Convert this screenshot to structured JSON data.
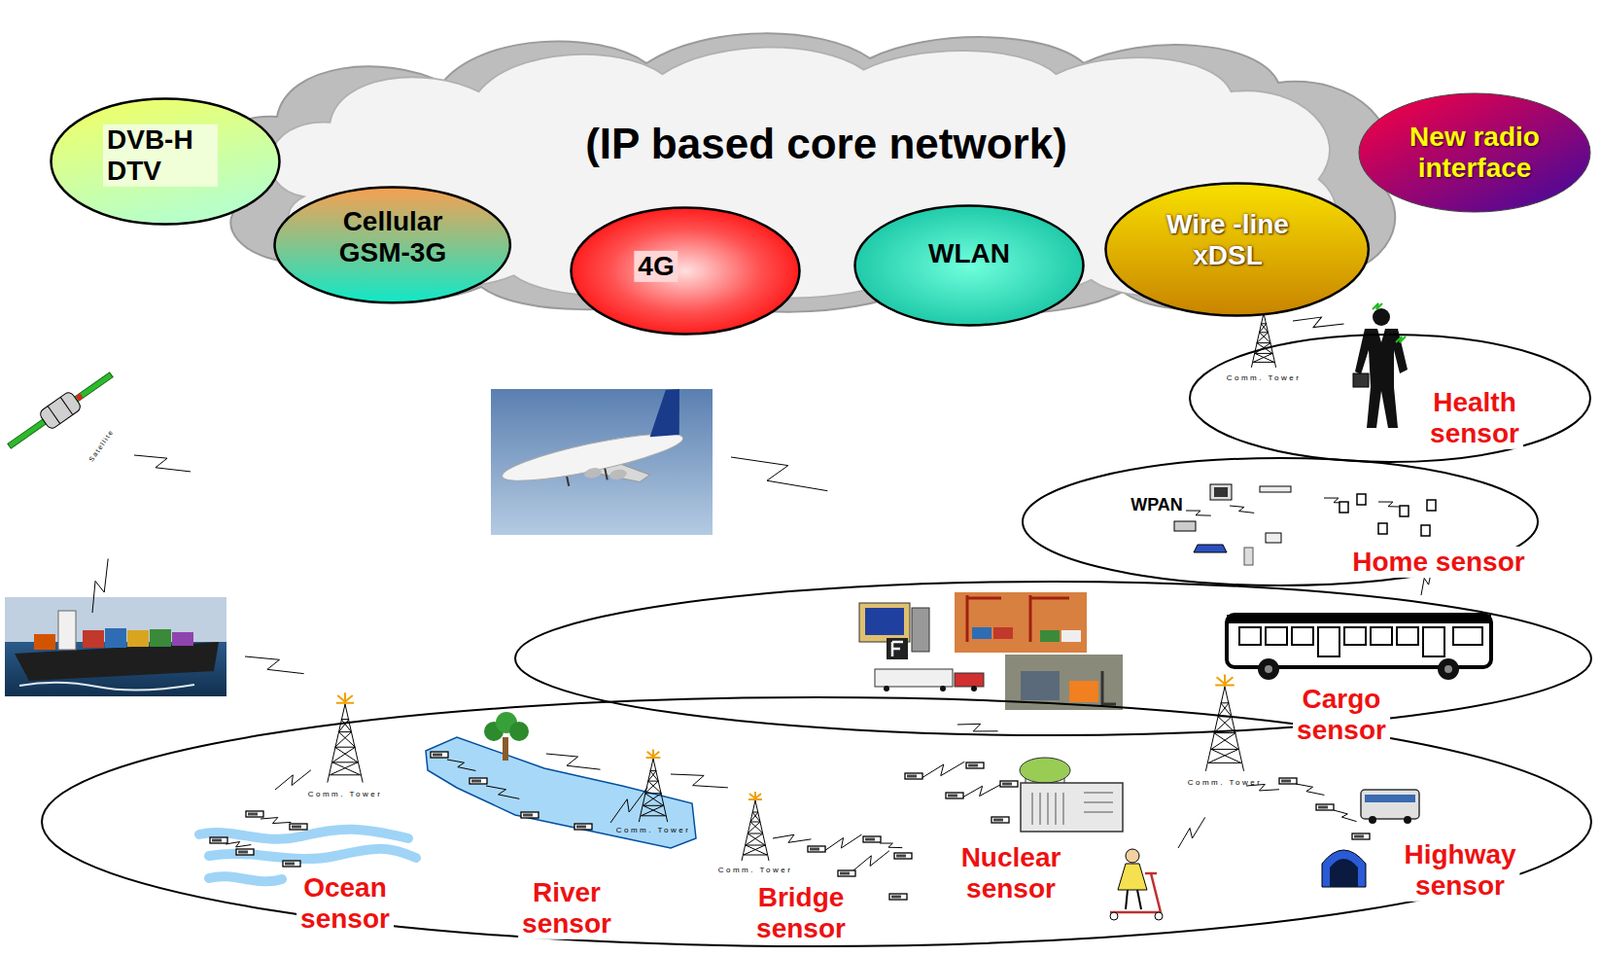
{
  "diagram": {
    "nodes": [
      {
        "text": [
          "(IP based core network)"
        ]
      },
      {
        "text": [
          "DVB-H DTV"
        ],
        "in": 0
      },
      {
        "text": [
          "Cellular GSM-3G"
        ],
        "in": 0
      },
      {
        "text": [
          "4G"
        ],
        "in": 0
      },
      {
        "text": [
          "WLAN"
        ],
        "in": 0
      },
      {
        "text": [
          "Wire -line xDSL"
        ],
        "in": 0
      },
      {
        "text": [
          "New radio interface"
        ],
        "in": 0
      },
      {
        "text": [
          "Health sensor"
        ]
      },
      {
        "text": [
          "WPAN",
          "Home sensor"
        ]
      },
      {
        "text": [
          "Cargo sensor"
        ]
      },
      {
        "text": [
          "Ocean sensor",
          "River sensor",
          "Bridge sensor",
          "Nuclear sensor",
          "Highway sensor"
        ]
      }
    ],
    "labels": [
      "Satellite",
      "Comm. Tower",
      "Comm. Tower",
      "Comm. Tower",
      "Comm. Tower",
      "Comm. Tower"
    ]
  }
}
